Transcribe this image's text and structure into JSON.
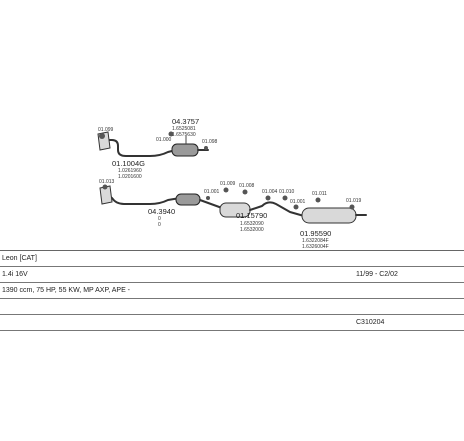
{
  "parts": {
    "p1": {
      "number": "04.3757",
      "refs": [
        "1.6525081",
        "1.6575630"
      ]
    },
    "p2": {
      "number": "01.1004G",
      "refs": [
        "1.0261960",
        "1.0201600"
      ]
    },
    "p3": {
      "number": "04.3940",
      "refs": [
        "0",
        "0"
      ]
    },
    "p4": {
      "number": "01.15790",
      "refs": [
        "1.6532090",
        "1.6532000"
      ]
    },
    "p5": {
      "number": "01.95590",
      "refs": [
        "1.6322084F",
        "1.6326004F"
      ]
    }
  },
  "accessories": {
    "a1": "01.099",
    "a2": "01.000",
    "a3": "01.098",
    "a4": "01.013",
    "a5": "01.001",
    "a6": "01.009",
    "a7": "01.008",
    "a8": "01.004",
    "a9": "01.010",
    "a10": "01.001",
    "a11": "01.011",
    "a12": "01.019"
  },
  "info": {
    "model": "Leon [CAT]",
    "engine": "1.4i 16V",
    "years": "11/99 - C2/02",
    "spec": "1390 ccm, 75 HP, 55 KW, MP AXP, APE -",
    "blank": "",
    "code": "C310204"
  }
}
